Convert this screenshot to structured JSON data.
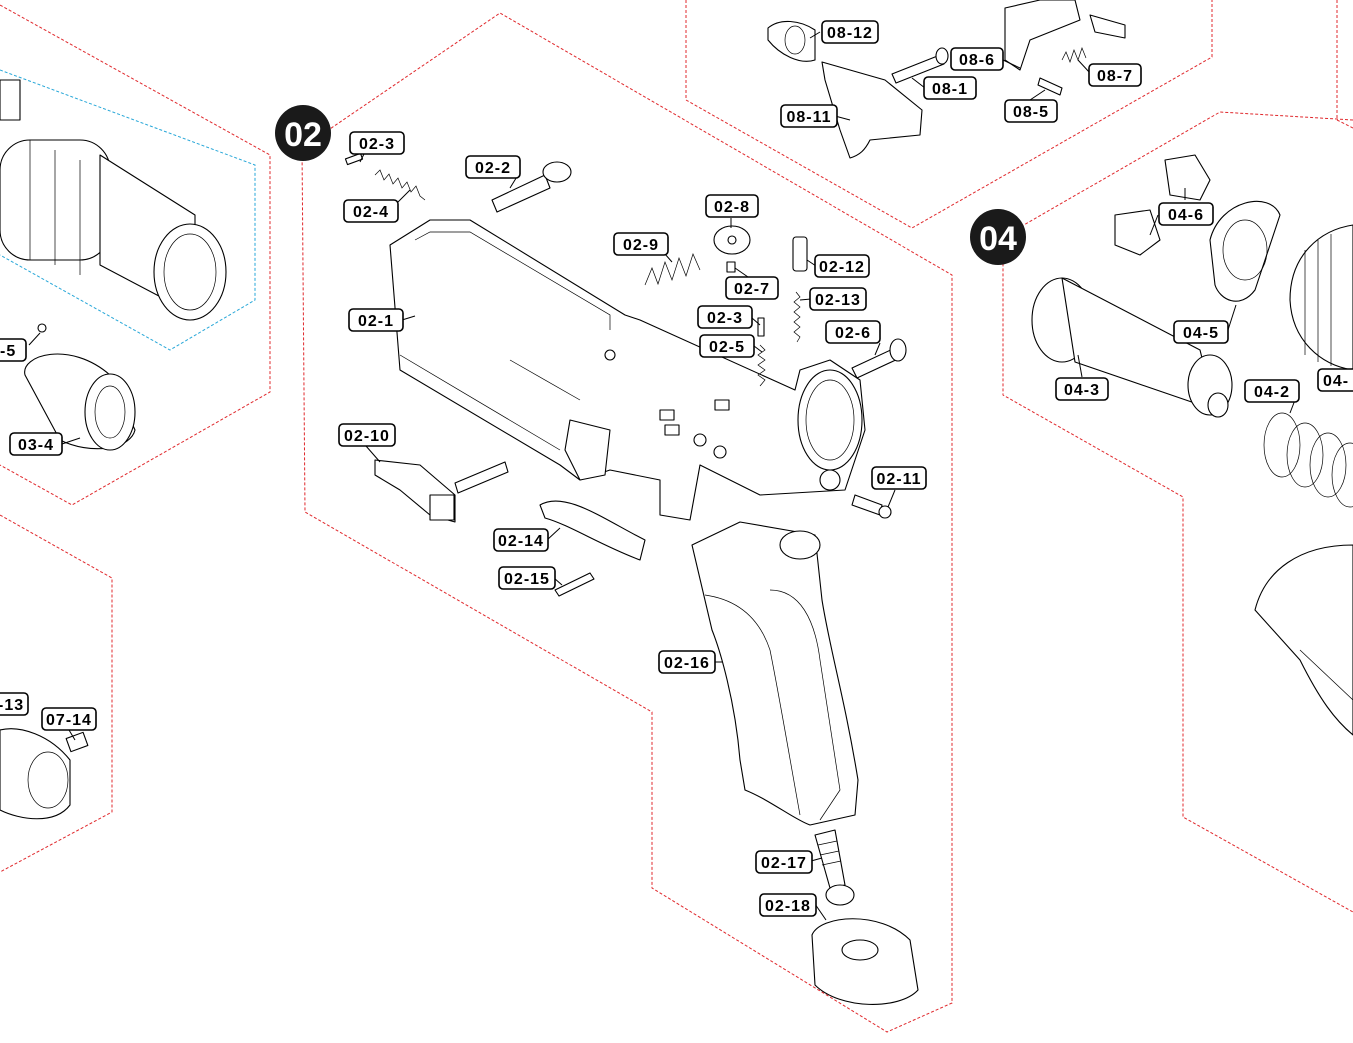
{
  "colors": {
    "section_border": "#e0282c",
    "inner_border": "#27a7d8",
    "line": "#000000",
    "badge_fill": "#1a1a1a"
  },
  "sections": [
    {
      "id": "02",
      "label": "02"
    },
    {
      "id": "04",
      "label": "04"
    }
  ],
  "labels": {
    "p02_1": "02-1",
    "p02_2": "02-2",
    "p02_3a": "02-3",
    "p02_3b": "02-3",
    "p02_4": "02-4",
    "p02_5": "02-5",
    "p02_6": "02-6",
    "p02_7": "02-7",
    "p02_8": "02-8",
    "p02_9": "02-9",
    "p02_10": "02-10",
    "p02_11": "02-11",
    "p02_12": "02-12",
    "p02_13": "02-13",
    "p02_14": "02-14",
    "p02_15": "02-15",
    "p02_16": "02-16",
    "p02_17": "02-17",
    "p02_18": "02-18",
    "p08_12": "08-12",
    "p08_6": "08-6",
    "p08_7": "08-7",
    "p08_1": "08-1",
    "p08_11": "08-11",
    "p08_5": "08-5",
    "p04_6": "04-6",
    "p04_5": "04-5",
    "p04_3": "04-3",
    "p04_2": "04-2",
    "p04_x": "04-",
    "p03_5": "-5",
    "p03_4": "03-4",
    "p07_13": "-13",
    "p07_14": "07-14"
  }
}
